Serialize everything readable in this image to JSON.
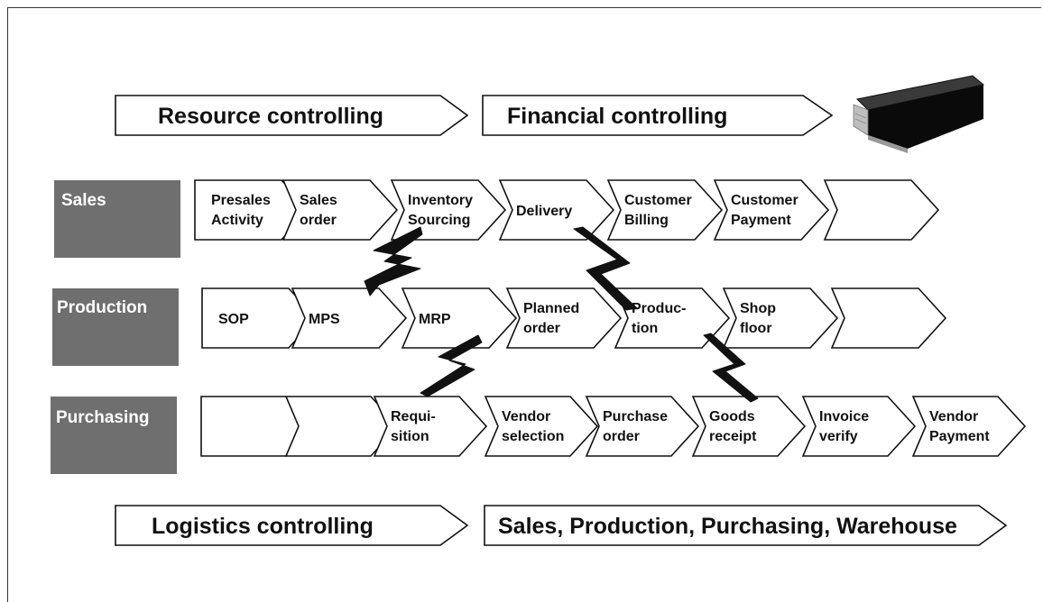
{
  "top_arrows": [
    "Resource controlling",
    "Financial controlling"
  ],
  "bottom_arrows": [
    "Logistics controlling",
    "Sales, Production, Purchasing, Warehouse"
  ],
  "rows": [
    {
      "label": "Sales",
      "steps": [
        [
          "Presales",
          "Activity"
        ],
        [
          "Sales",
          "order"
        ],
        [
          "Inventory",
          "Sourcing"
        ],
        [
          "Delivery"
        ],
        [
          "Customer",
          "Billing"
        ],
        [
          "Customer",
          "Payment"
        ],
        []
      ]
    },
    {
      "label": "Production",
      "steps": [
        [
          "SOP"
        ],
        [
          "MPS"
        ],
        [
          "MRP"
        ],
        [
          "Planned",
          "order"
        ],
        [
          "Produc-",
          "tion"
        ],
        [
          "Shop",
          "floor"
        ],
        []
      ]
    },
    {
      "label": "Purchasing",
      "steps": [
        [],
        [],
        [
          "Requi-",
          "sition"
        ],
        [
          "Vendor",
          "selection"
        ],
        [
          "Purchase",
          "order"
        ],
        [
          "Goods",
          "receipt"
        ],
        [
          "Invoice",
          "verify"
        ],
        [
          "Vendor",
          "Payment"
        ]
      ]
    }
  ],
  "icons": {
    "book": "book-icon",
    "link": "lightning-bolt-icon"
  },
  "colors": {
    "label_box": "#6f6f6f",
    "outline": "#111111",
    "background": "#ffffff"
  }
}
